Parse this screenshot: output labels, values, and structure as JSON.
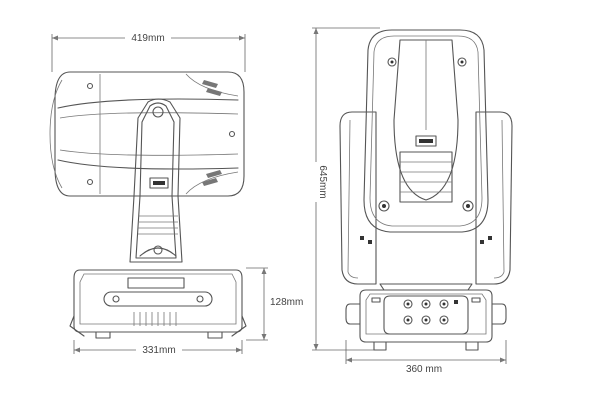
{
  "dimensions": {
    "side_width": "419mm",
    "base_height": "128mm",
    "base_width": "331mm",
    "total_height": "645mm",
    "front_width": "360 mm"
  },
  "colors": {
    "line": "#555555",
    "dimension": "#666666",
    "background": "#ffffff"
  }
}
